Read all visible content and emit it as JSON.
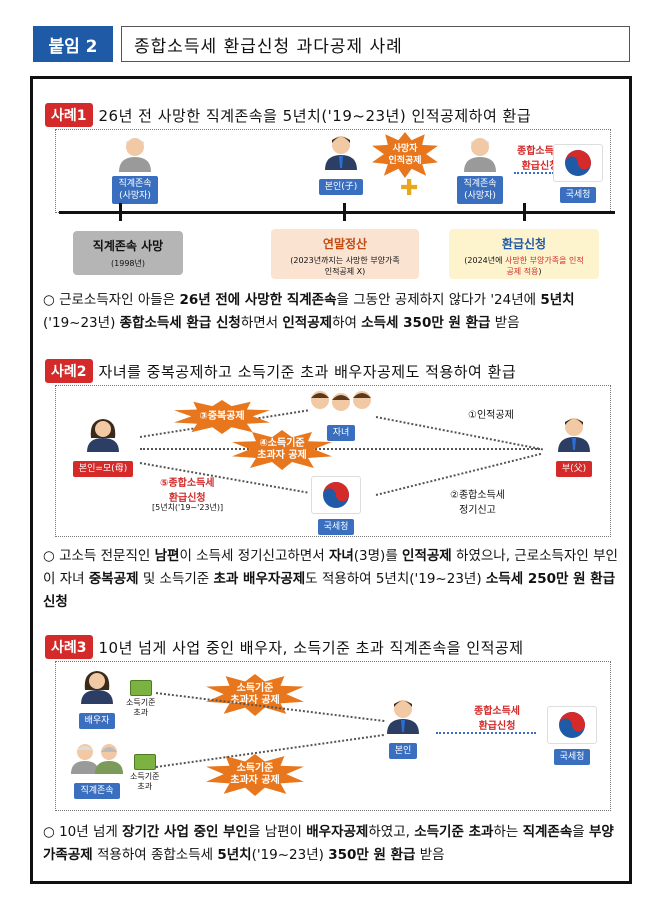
{
  "header": {
    "tag": "붙임 2",
    "title": "종합소득세 환급신청 과다공제 사례"
  },
  "case1": {
    "badge": "사례1",
    "title": "26년 전 사망한 직계존속을 5년치('19~23년) 인적공제하여 환급",
    "person_parent": "직계존속\n(사망자)",
    "person_self": "본인(子)",
    "burst": "사망자\n인적공제",
    "person_parent2": "직계존속\n(사망자)",
    "refund_label": "종합소득세\n환급신청",
    "nts": "국세청",
    "timeline": [
      {
        "title": "직계존속 사망",
        "sub": "(1998년)"
      },
      {
        "title": "연말정산",
        "sub": "(2023년까지는 사망한 부양가족\n인적공제 X)"
      },
      {
        "title": "환급신청",
        "sub_prefix": "(2024년에 ",
        "sub_red": "사망한 부양가족을 인적\n공제 적용",
        "sub_suffix": ")"
      }
    ],
    "desc": {
      "p1": "○ 근로소득자인 아들은 ",
      "b1": "26년 전에 사망한 직계존속",
      "p2": "을 그동안 공제하지 않다가 '24년에 ",
      "b2": "5년치",
      "p3": "('19~23년) ",
      "b3": "종합소득세 환급 신청",
      "p4": "하면서 ",
      "b4": "인적공제",
      "p5": "하여 ",
      "b5": "소득세 350만 원 환급",
      "p6": " 받음"
    }
  },
  "case2": {
    "badge": "사례2",
    "title": "자녀를 중복공제하고 소득기준 초과 배우자공제도 적용하여 환급",
    "children": "자녀",
    "mother": "본인=모(母)",
    "father": "부(父)",
    "nts": "국세청",
    "burst3": "③중복공제",
    "burst4": "④소득기준\n초과자 공제",
    "step1": "①인적공제",
    "step2": "②종합소득세\n정기신고",
    "step5": "⑤종합소득세\n환급신청",
    "step5_sub": "[5년치('19~'23년)]",
    "desc": {
      "p1": "○ 고소득 전문직인 ",
      "b1": "남편",
      "p2": "이 소득세 정기신고하면서 ",
      "b2": "자녀",
      "p3": "(3명)를 ",
      "b3": "인적공제",
      "p4": " 하였으나, 근로소득자인 부인이 자녀 ",
      "b4": "중복공제",
      "p5": " 및 소득기준 ",
      "b5": "초과 배우자공제",
      "p6": "도 적용하여 5년치('19~23년) ",
      "b6": "소득세 250만 원 환급신청"
    }
  },
  "case3": {
    "badge": "사례3",
    "title": "10년 넘게 사업 중인 배우자, 소득기준 초과 직계존속을 인적공제",
    "spouse": "배우자",
    "spouse_note": "소득기준\n초과",
    "parent": "직계존속",
    "parent_note": "소득기준\n초과",
    "burst_a": "소득기준\n초과자 공제",
    "burst_b": "소득기준\n초과자 공제",
    "self": "본인",
    "refund_label": "종합소득세\n환급신청",
    "nts": "국세청",
    "desc": {
      "p1": "○ 10년 넘게 ",
      "b1": "장기간 사업 중인 부인",
      "p2": "을 남편이 ",
      "b2": "배우자공제",
      "p3": "하였고, ",
      "b3": "소득기준 초과",
      "p4": "하는 ",
      "b4": "직계존속",
      "p5": "을 ",
      "b5": "부양가족공제",
      "p6": " 적용하여 종합소득세 ",
      "b6": "5년치",
      "p7": "('19~23년) ",
      "b7": "350만 원 환급",
      "p8": " 받음"
    }
  },
  "colors": {
    "blue": "#1f5aa6",
    "red": "#d42a2a",
    "orange": "#e8761d"
  }
}
